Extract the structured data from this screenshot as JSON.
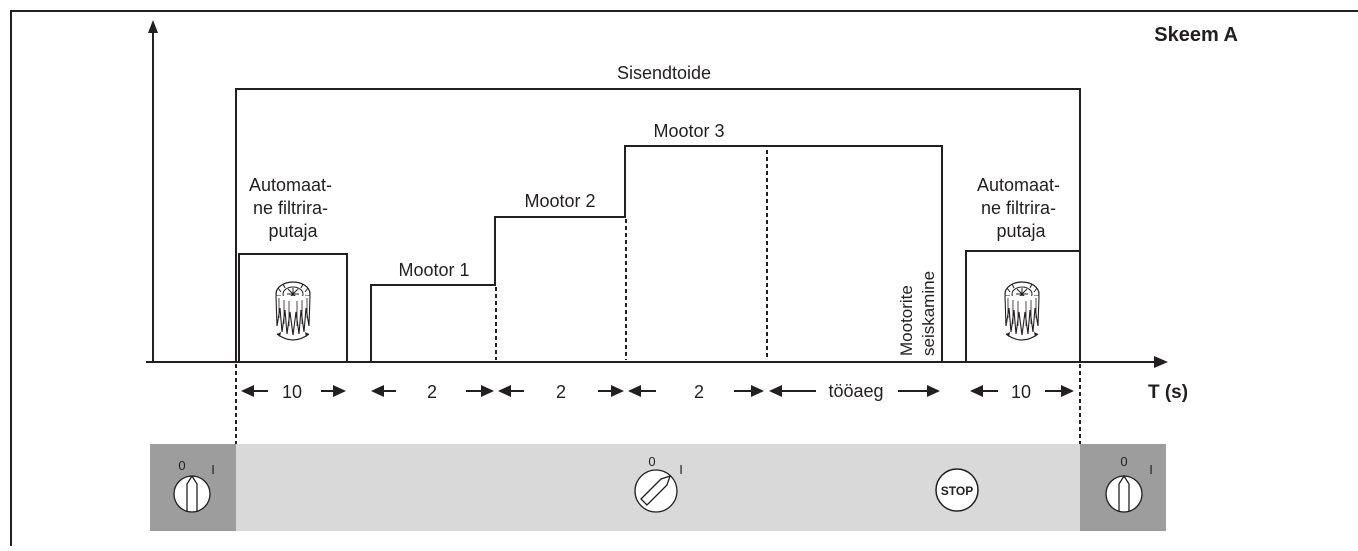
{
  "title": "Skeem A",
  "power_label": "Sisendtoide",
  "stage_labels": {
    "filter_left": [
      "Automaat-",
      "ne filtrira-",
      "putaja"
    ],
    "motor1": "Mootor 1",
    "motor2": "Mootor 2",
    "motor3": "Mootor 3",
    "stop_motors": [
      "Mootorite",
      "seiskamine"
    ],
    "filter_right": [
      "Automaat-",
      "ne filtrira-",
      "putaja"
    ]
  },
  "time_axis_label": "T (s)",
  "durations": [
    "10",
    "2",
    "2",
    "2",
    "tööaeg",
    "10"
  ],
  "switch_marks": {
    "left": {
      "zero": "0",
      "one": "I"
    },
    "middle": {
      "zero": "0",
      "one": "I"
    },
    "right": {
      "zero": "0",
      "one": "I"
    }
  },
  "stop_button_label": "STOP",
  "colors": {
    "stroke": "#231f20",
    "panel_dark": "#9d9d9d",
    "panel_light": "#d9d9d9"
  },
  "icons": [
    "filter-cleaner-icon",
    "rotary-switch-off-icon",
    "rotary-switch-on-icon",
    "stop-button-icon"
  ]
}
